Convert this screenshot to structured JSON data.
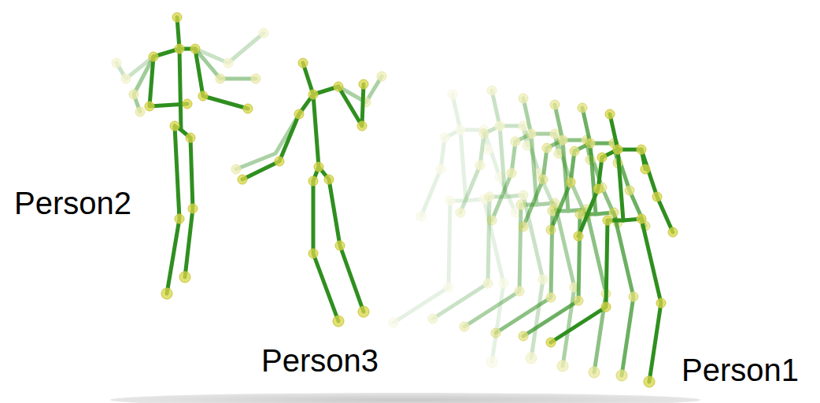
{
  "diagram": {
    "labels": [
      "Person2",
      "Person3",
      "Person1"
    ]
  }
}
